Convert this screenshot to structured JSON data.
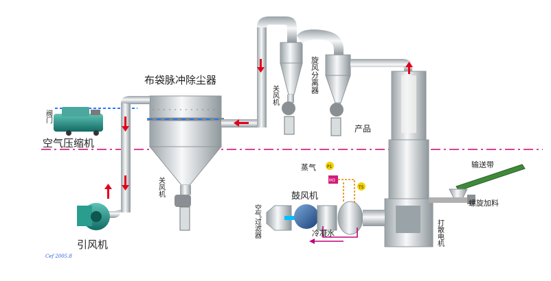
{
  "labels": {
    "bag_filter": "布袋脉冲除尘器",
    "air_compressor": "空气压缩机",
    "valve": "阀门",
    "induced_fan": "引风机",
    "rotary_valve_left": "关风机",
    "rotary_valve_mid": "关风机",
    "cyclone": "旋风分离器",
    "product": "产品",
    "steam": "蒸气",
    "blower": "鼓风机",
    "air_filter": "空气过滤器",
    "condensate": "冷凝水",
    "conveyor": "输送带",
    "screw_feeder": "螺旋加料",
    "breaker_motor": "打散电机",
    "p1": "P1",
    "m3": "M3",
    "ts": "TS",
    "credit": "Cef 2005.8"
  },
  "colors": {
    "steel_light": "#f2f4f5",
    "steel_dark": "#9aa3a8",
    "flow_arrow": "#e3001b",
    "divider": "#d0006f",
    "air_blue": "#1e78ff",
    "steam_magenta": "#c0007a",
    "conveyor_green": "#3f8a3a",
    "compressor_teal": "#1f8f87",
    "pipe_orange": "#e28a00"
  }
}
